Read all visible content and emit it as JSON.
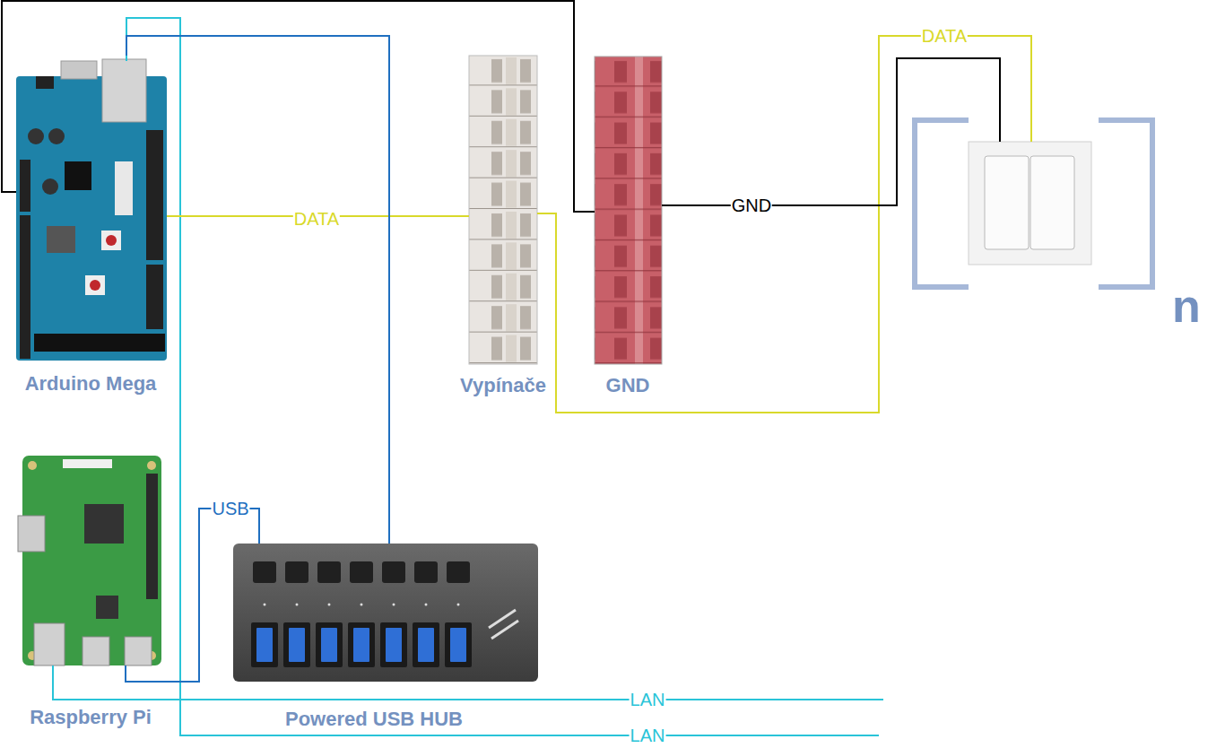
{
  "diagram": {
    "nodes": [
      {
        "text": [
          "Arduino Mega"
        ]
      },
      {
        "text": [
          "Vypínače"
        ]
      },
      {
        "text": [
          "GND"
        ]
      },
      {
        "text": [
          "n"
        ]
      },
      {
        "text": [
          "Raspberry Pi"
        ]
      },
      {
        "text": [
          "Powered USB HUB"
        ]
      }
    ],
    "edges": [
      {
        "from": 0,
        "to": 1,
        "label": "DATA",
        "arrow": "none"
      },
      {
        "from": 1,
        "to": 3,
        "label": "DATA",
        "arrow": "none"
      },
      {
        "from": 2,
        "to": 3,
        "label": "GND",
        "arrow": "none"
      },
      {
        "from": 0,
        "to": 2,
        "arrow": "none"
      },
      {
        "from": 0,
        "to": 5,
        "arrow": "none"
      },
      {
        "from": 4,
        "to": 5,
        "label": "USB",
        "arrow": "none"
      }
    ],
    "labels": [
      "LAN",
      "LAN"
    ]
  }
}
